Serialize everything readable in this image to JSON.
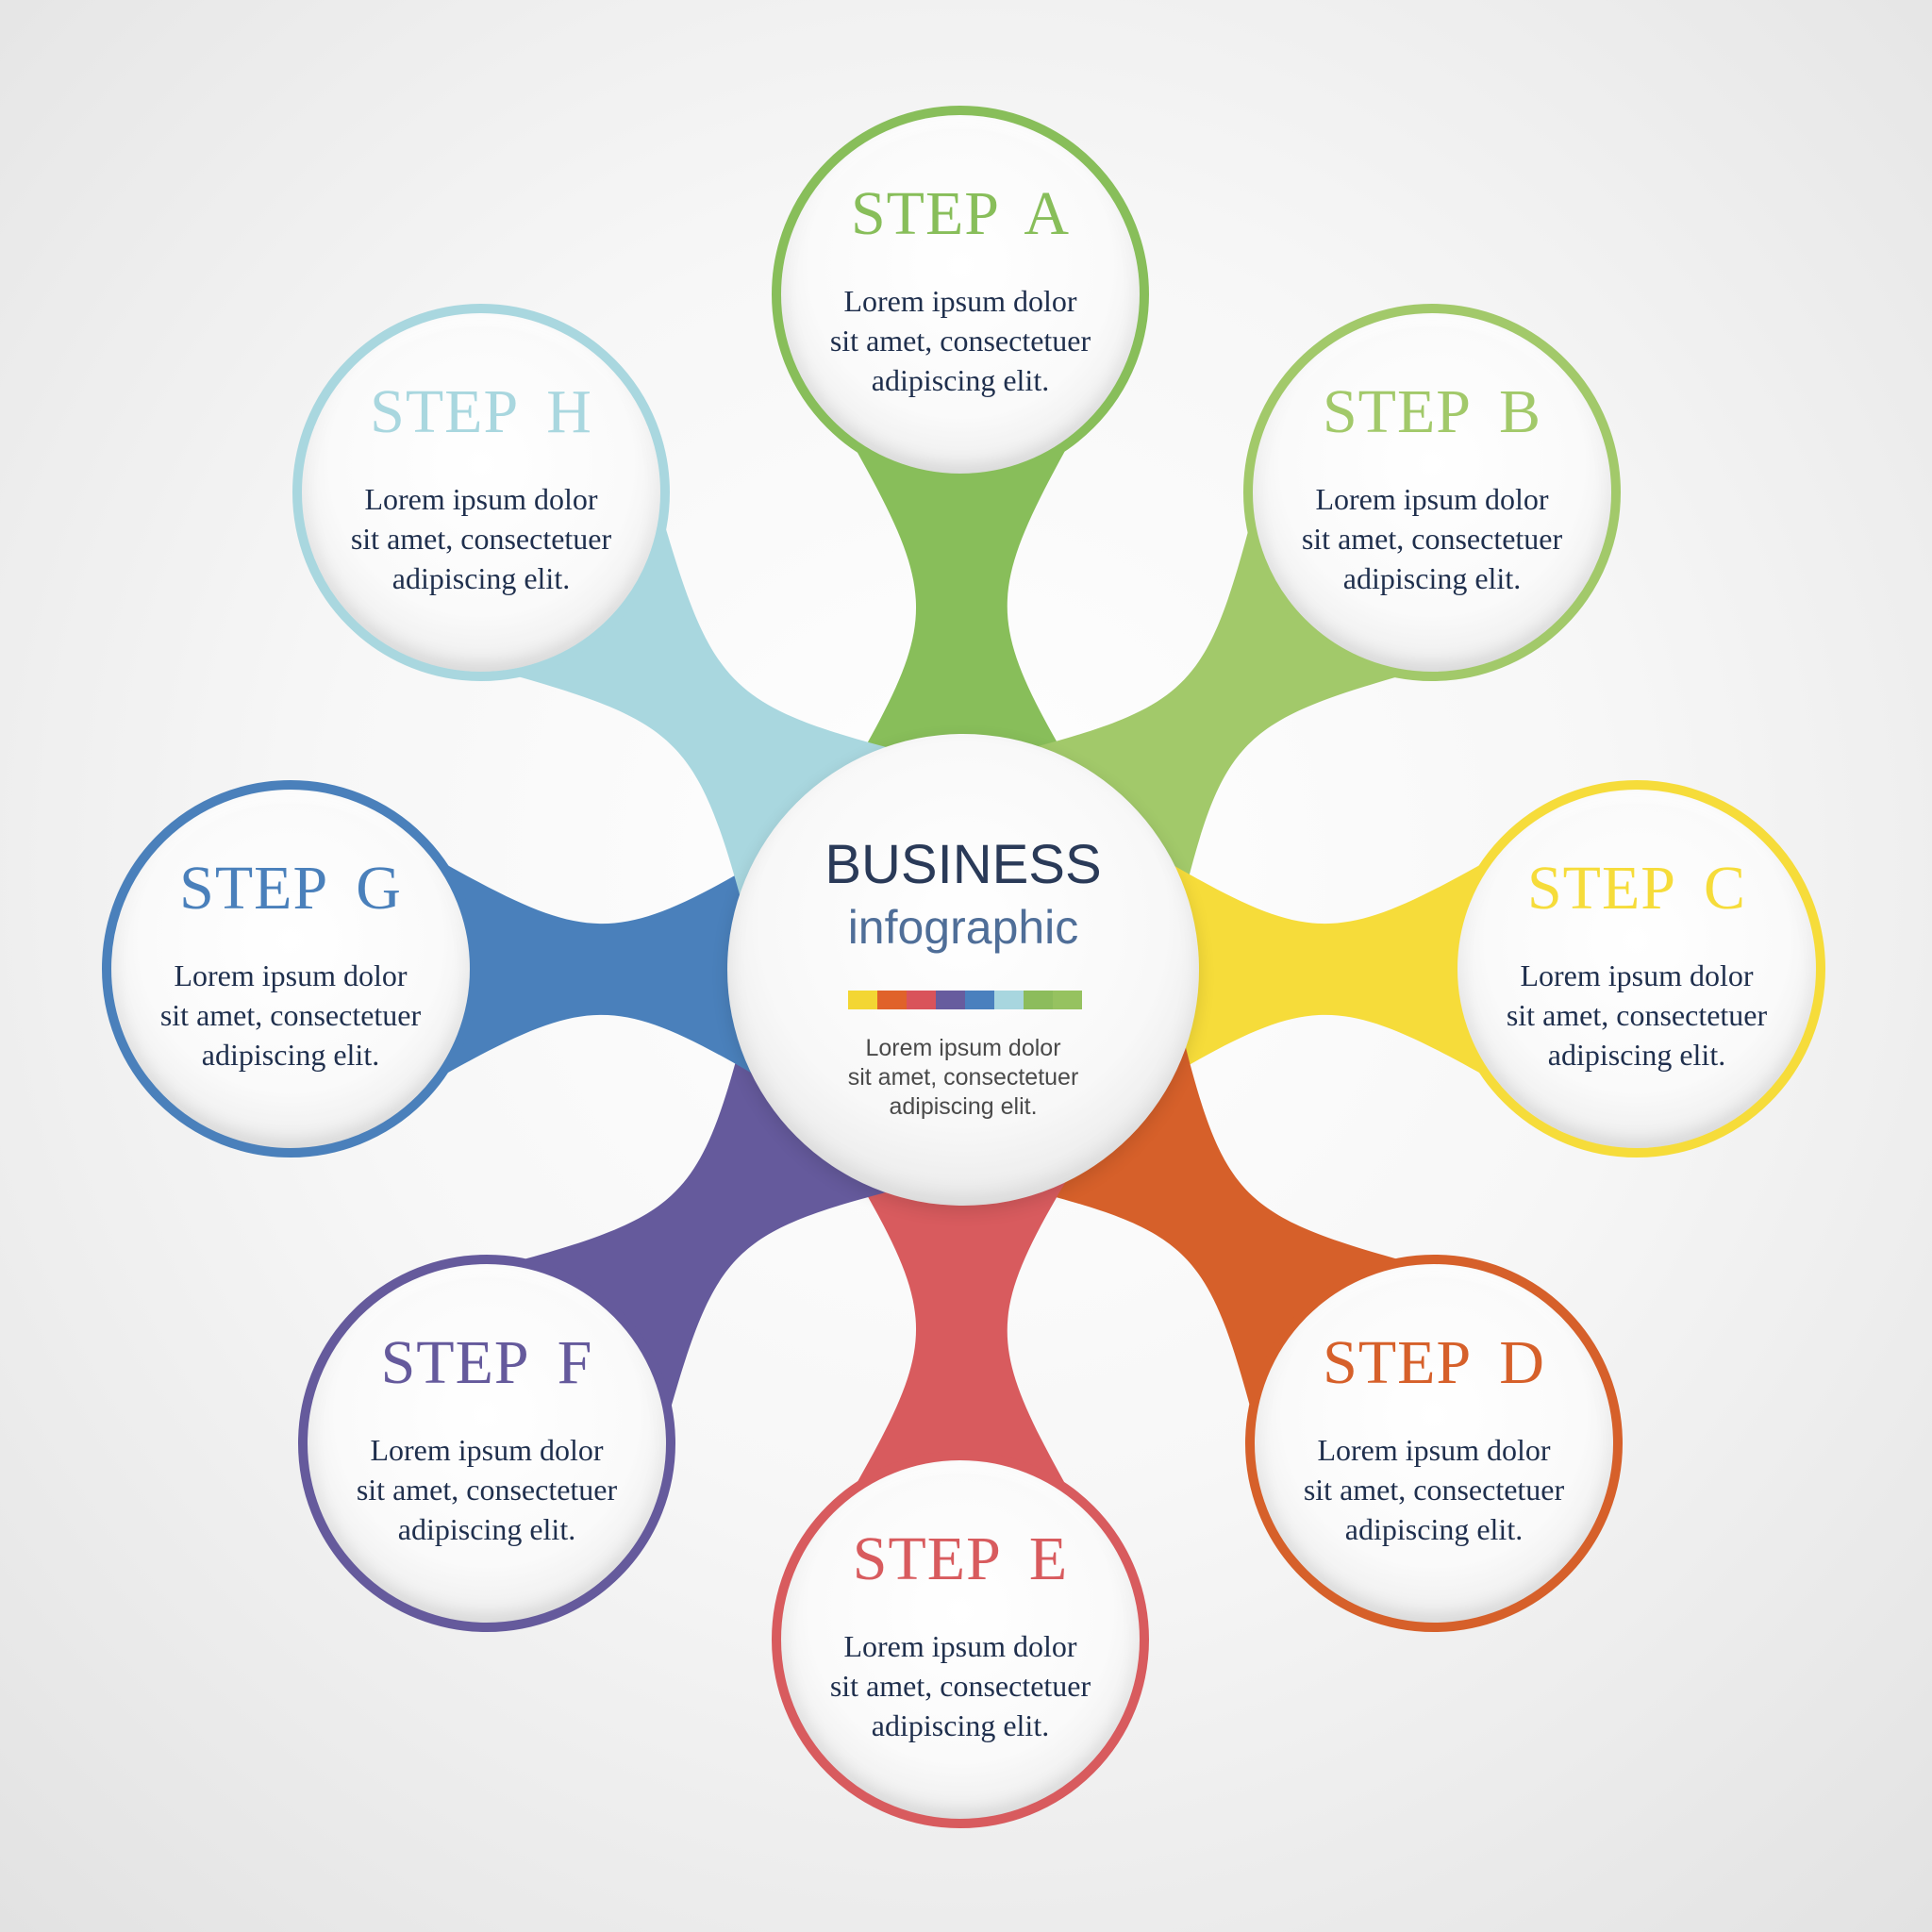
{
  "hub": {
    "title": "BUSINESS",
    "subtitle": "infographic",
    "body": [
      "Lorem ipsum dolor",
      "sit amet, consectetuer",
      "adipiscing elit."
    ],
    "palette": [
      "#f3d633",
      "#e0622a",
      "#d9535a",
      "#675c9e",
      "#4a80be",
      "#a8d6df",
      "#8cbc5c",
      "#96c260"
    ]
  },
  "steps": [
    {
      "id": "a",
      "title": "STEP  A",
      "color": "#88be5a",
      "body": [
        "Lorem ipsum dolor",
        "sit amet, consectetuer",
        "adipiscing elit."
      ]
    },
    {
      "id": "b",
      "title": "STEP  B",
      "color": "#a2c96a",
      "body": [
        "Lorem ipsum dolor",
        "sit amet, consectetuer",
        "adipiscing elit."
      ]
    },
    {
      "id": "c",
      "title": "STEP  C",
      "color": "#f6dc3a",
      "body": [
        "Lorem ipsum dolor",
        "sit amet, consectetuer",
        "adipiscing elit."
      ]
    },
    {
      "id": "d",
      "title": "STEP  D",
      "color": "#d6602a",
      "body": [
        "Lorem ipsum dolor",
        "sit amet, consectetuer",
        "adipiscing elit."
      ]
    },
    {
      "id": "e",
      "title": "STEP  E",
      "color": "#d85b5e",
      "body": [
        "Lorem ipsum dolor",
        "sit amet, consectetuer",
        "adipiscing elit."
      ]
    },
    {
      "id": "f",
      "title": "STEP  F",
      "color": "#655a9c",
      "body": [
        "Lorem ipsum dolor",
        "sit amet, consectetuer",
        "adipiscing elit."
      ]
    },
    {
      "id": "g",
      "title": "STEP  G",
      "color": "#4a80bb",
      "body": [
        "Lorem ipsum dolor",
        "sit amet, consectetuer",
        "adipiscing elit."
      ]
    },
    {
      "id": "h",
      "title": "STEP  H",
      "color": "#a9d7df",
      "body": [
        "Lorem ipsum dolor",
        "sit amet, consectetuer",
        "adipiscing elit."
      ]
    }
  ]
}
